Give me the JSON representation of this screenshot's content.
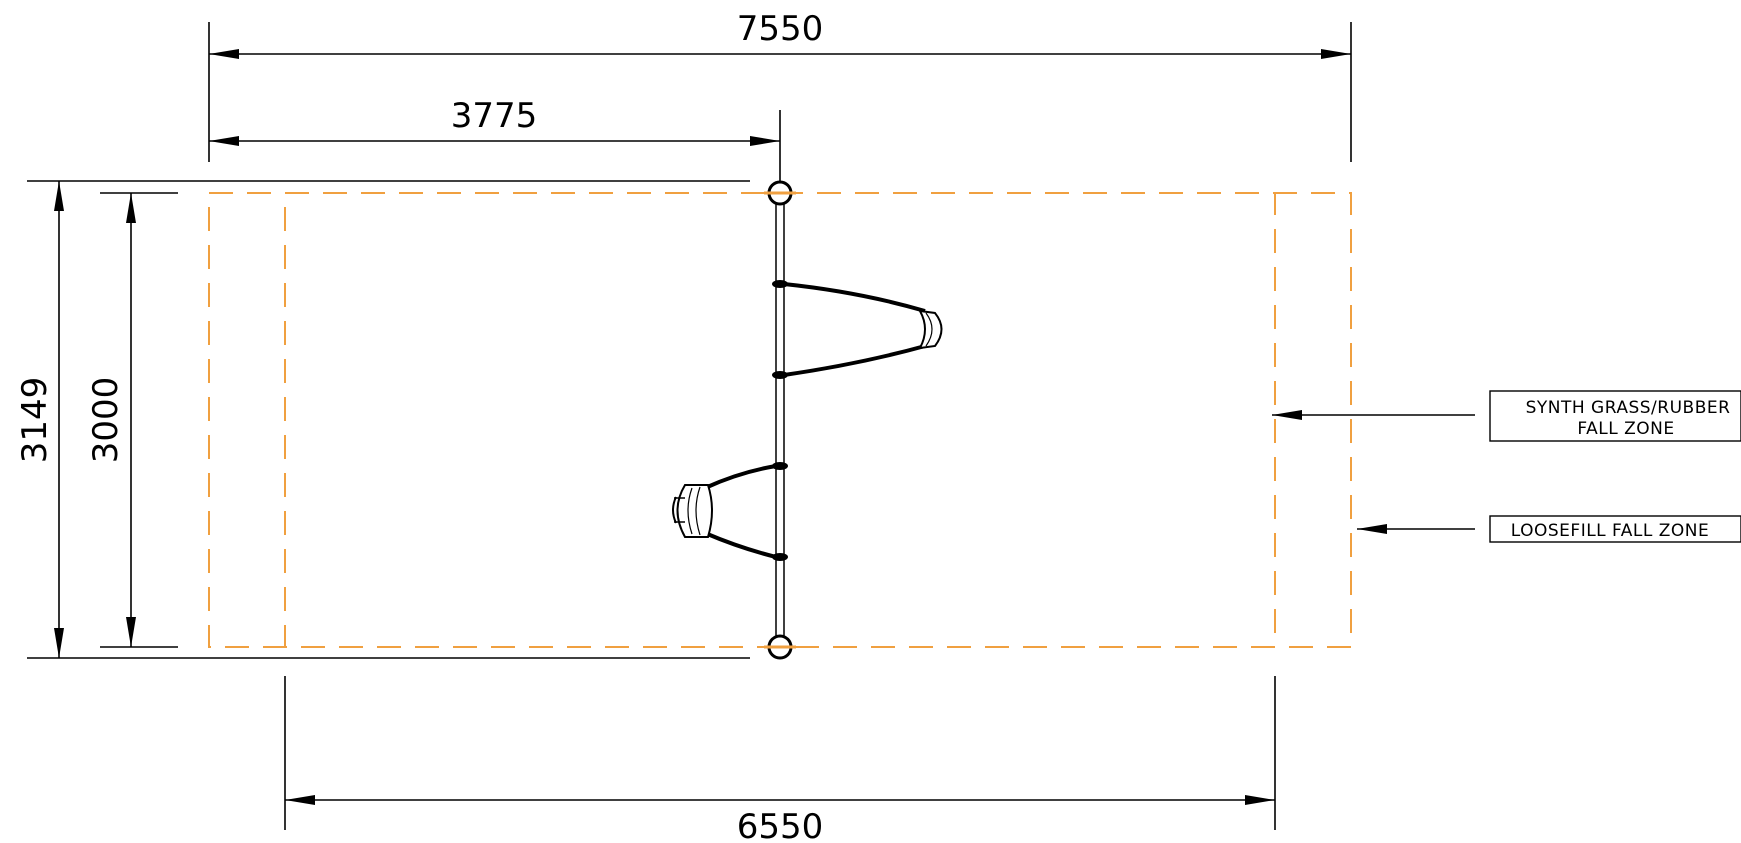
{
  "dimensions": {
    "overall_length": "7550",
    "half_length": "3775",
    "inner_length": "6550",
    "overall_width": "3149",
    "inner_width": "3000"
  },
  "labels": {
    "synth_zone_line1": "SYNTH GRASS/RUBBER",
    "synth_zone_line2": "FALL ZONE",
    "loosefill_zone": "LOOSEFILL FALL ZONE"
  },
  "colors": {
    "fall_zone": "#f0a040",
    "lines": "#000000"
  }
}
